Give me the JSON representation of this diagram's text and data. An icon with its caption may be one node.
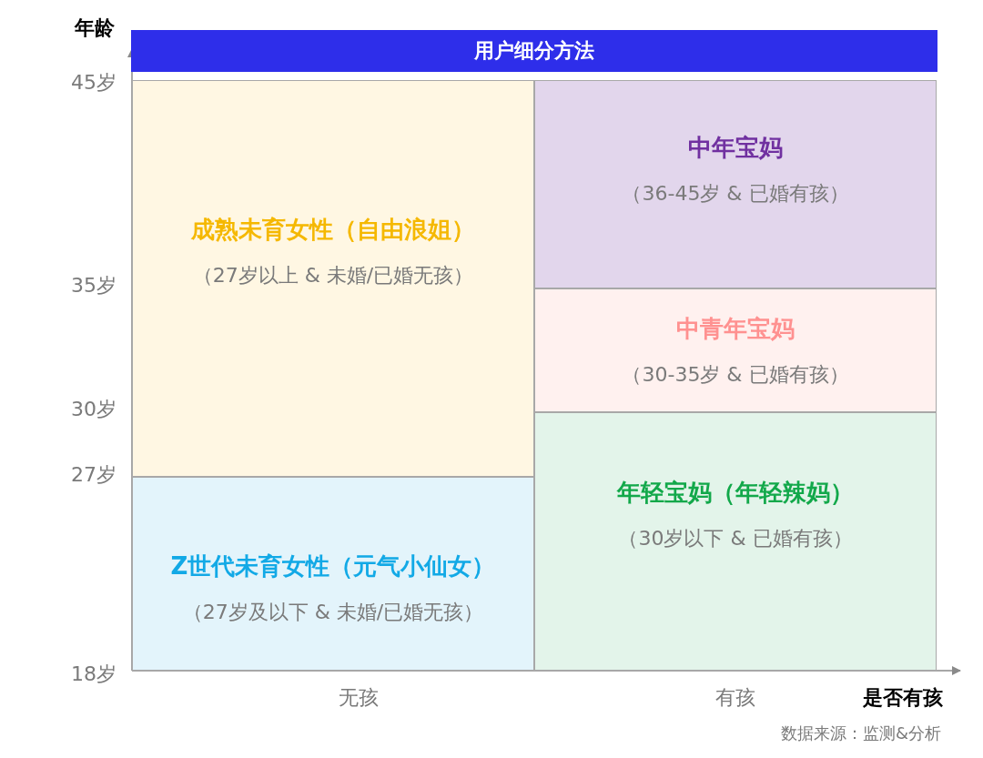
{
  "diagram": {
    "title": "用户细分方法",
    "nodes": [
      {
        "text": [
          "成熟未育女性（自由浪姐）",
          "（27岁以上 & 未婚/已婚无孩）"
        ]
      },
      {
        "text": [
          "中年宝妈",
          "（36-45岁 & 已婚有孩）"
        ]
      },
      {
        "text": [
          "中青年宝妈",
          "（30-35岁 & 已婚有孩）"
        ]
      },
      {
        "text": [
          "年轻宝妈（年轻辣妈）",
          "（30岁以下 & 已婚有孩）"
        ]
      },
      {
        "text": [
          "Z世代未育女性（元气小仙女）",
          "（27岁及以下 & 未婚/已婚无孩）"
        ]
      }
    ],
    "labels": [
      "年龄",
      "45岁",
      "35岁",
      "30岁",
      "27岁",
      "18岁",
      "无孩",
      "有孩",
      "是否有孩",
      "数据来源：监测&分析"
    ]
  }
}
